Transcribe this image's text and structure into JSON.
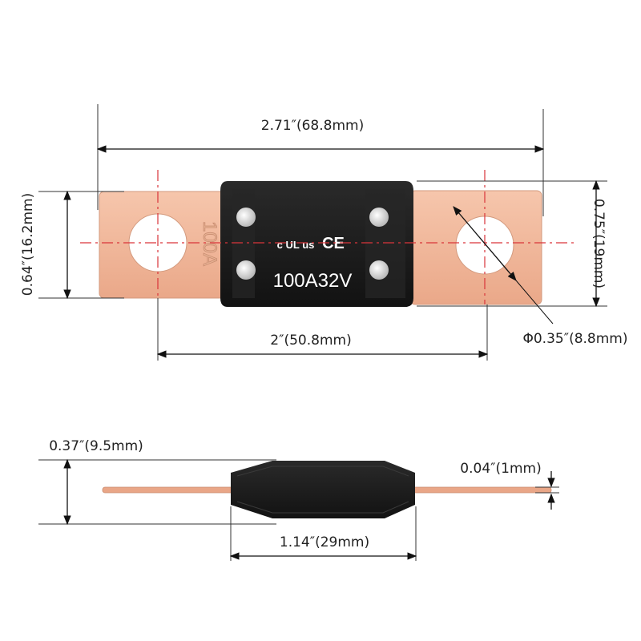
{
  "top_view": {
    "overall_length": "2.71″(68.8mm)",
    "hole_spacing": "2″(50.8mm)",
    "body_height": "0.64″(16.2mm)",
    "terminal_width": "0.75″(19mm)",
    "hole_diameter": "Φ0.35″(8.8mm)",
    "rating_label": "100A32V",
    "embossed_label": "100A",
    "cert_ul": "c UL us",
    "cert_ce": "CE"
  },
  "side_view": {
    "body_thickness": "0.37″(9.5mm)",
    "terminal_thickness": "0.04″(1mm)",
    "body_length": "1.14″(29mm)"
  },
  "colors": {
    "copper": "#f2b89c",
    "body": "#1f1f1f",
    "centerline": "#d9343a"
  }
}
